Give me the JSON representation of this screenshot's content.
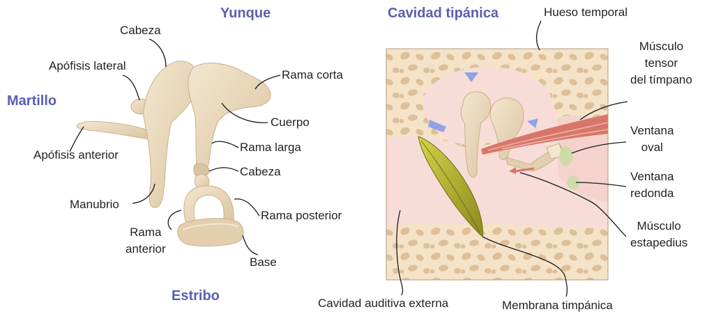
{
  "colors": {
    "title": "#5a5fb0",
    "bone": "#ecdcc0",
    "bone_shadow": "#cdb592",
    "spongy_bg": "#f5e3c8",
    "spongy_pore": "#dcc09a",
    "cavity": "#f7dcd8",
    "membrane": "#b5b52c",
    "muscle": "#d7776a",
    "ligament": "#8fa4e6",
    "leader": "#1a1a1a"
  },
  "titles": {
    "yunque": "Yunque",
    "martillo": "Martillo",
    "estribo": "Estribo",
    "cavidad": "Cavidad tipánica"
  },
  "left_labels": {
    "cabeza_top": "Cabeza",
    "apofisis_lateral": "Apófisis lateral",
    "rama_corta": "Rama corta",
    "cuerpo": "Cuerpo",
    "rama_larga": "Rama larga",
    "cabeza_estribo": "Cabeza",
    "apofisis_anterior": "Apófisis anterior",
    "manubrio": "Manubrio",
    "rama_posterior": "Rama posterior",
    "rama_anterior_1": "Rama",
    "rama_anterior_2": "anterior",
    "base": "Base"
  },
  "right_labels": {
    "hueso_temporal": "Hueso temporal",
    "musculo_tensor_1": "Músculo",
    "musculo_tensor_2": "tensor",
    "musculo_tensor_3": "del tímpano",
    "ventana_oval_1": "Ventana",
    "ventana_oval_2": "oval",
    "ventana_redonda_1": "Ventana",
    "ventana_redonda_2": "redonda",
    "musculo_estapedius_1": "Músculo",
    "musculo_estapedius_2": "estapedius",
    "cavidad_auditiva": "Cavidad auditiva externa",
    "membrana": "Membrana timpánica"
  }
}
